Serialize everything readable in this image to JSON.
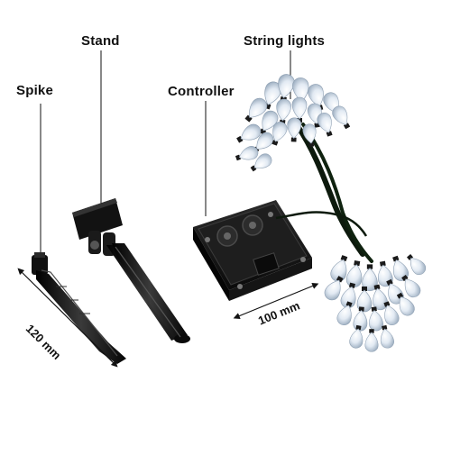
{
  "labels": {
    "spike": "Spike",
    "stand": "Stand",
    "controller": "Controller",
    "string_lights": "String lights"
  },
  "dimensions": {
    "spike_length": "120 mm",
    "controller_width": "100 mm"
  },
  "colors": {
    "background": "#ffffff",
    "plastic": "#111111",
    "bulb": "#dfe8f2",
    "wire": "#0d1a0d"
  }
}
